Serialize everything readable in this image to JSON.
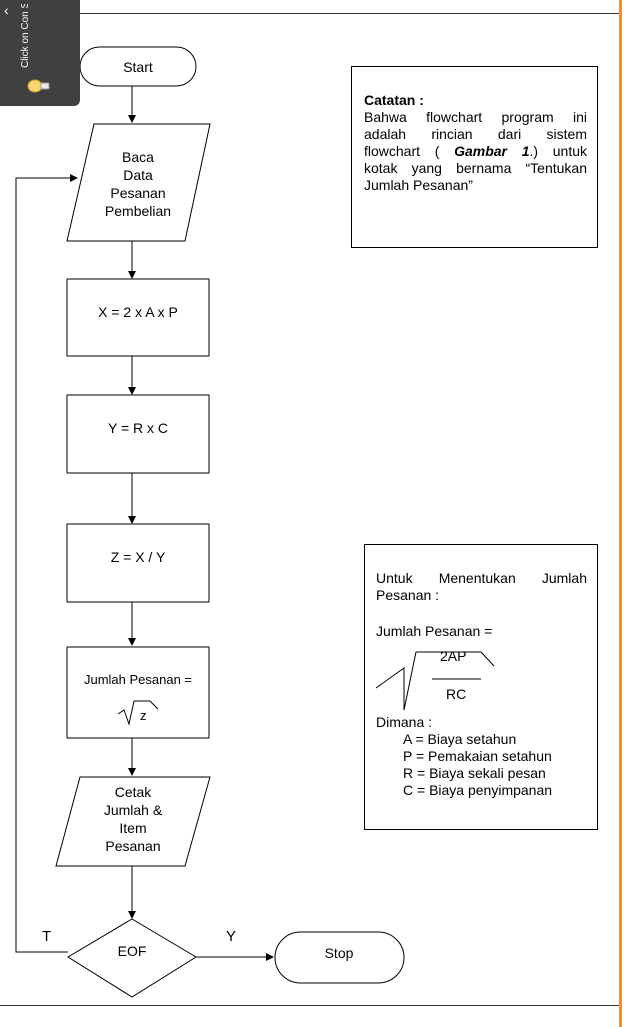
{
  "overlay": {
    "text": "Click on Con Share to crea and send PDF"
  },
  "flowchart": {
    "start": "Start",
    "input": [
      "Baca",
      "Data",
      "Pesanan",
      "Pembelian"
    ],
    "step_x": "X = 2 x A x P",
    "step_y": "Y = R x C",
    "step_z": "Z =  X / Y",
    "step_jumlah": "Jumlah Pesanan =",
    "step_jumlah_root": "z",
    "output": [
      "Cetak",
      "Jumlah &",
      "Item",
      "Pesanan"
    ],
    "decision": "EOF",
    "label_true": "T",
    "label_yes": "Y",
    "stop": "Stop"
  },
  "note": {
    "title": "Catatan :",
    "line1": "Bahwa  flowchart  program  ini",
    "line2": "adalah     rincian     dari     sistem",
    "line3_pre": "flowchart  (  ",
    "line3_bold": "Gambar  1",
    "line3_post": ".)  untuk",
    "line4": "kotak yang bernama “Tentukan",
    "line5": "Jumlah Pesanan”"
  },
  "formula": {
    "intro1": "Untuk    Menentukan    Jumlah",
    "intro2": "Pesanan :",
    "heading": "Jumlah Pesanan =",
    "numerator": "2AP",
    "denominator": "RC",
    "where": "Dimana :",
    "vars": [
      "A = Biaya setahun",
      "P = Pemakaian setahun",
      "R = Biaya sekali pesan",
      "C = Biaya penyimpanan"
    ]
  }
}
